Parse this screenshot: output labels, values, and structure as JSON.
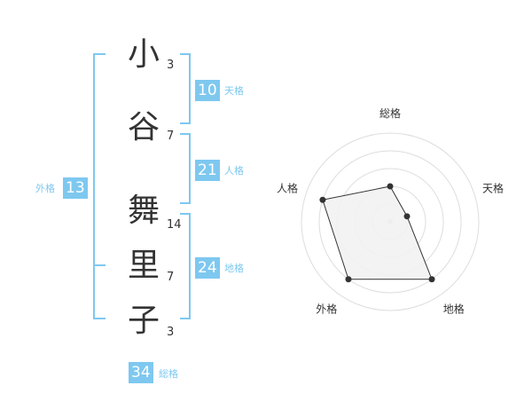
{
  "name": {
    "characters": [
      {
        "char": "小",
        "strokes": "3"
      },
      {
        "char": "谷",
        "strokes": "7"
      },
      {
        "char": "舞",
        "strokes": "14"
      },
      {
        "char": "里",
        "strokes": "7"
      },
      {
        "char": "子",
        "strokes": "3"
      }
    ]
  },
  "fortunes": {
    "tenkaku": {
      "value": "10",
      "label": "天格"
    },
    "jinkaku": {
      "value": "21",
      "label": "人格"
    },
    "chikaku": {
      "value": "24",
      "label": "地格"
    },
    "gaikaku": {
      "value": "13",
      "label": "外格"
    },
    "soukaku": {
      "value": "34",
      "label": "総格"
    }
  },
  "radar": {
    "axes": [
      "総格",
      "天格",
      "地格",
      "外格",
      "人格"
    ],
    "scores": [
      2,
      1,
      4,
      4,
      4
    ],
    "max": 5,
    "fill_color": "#f2f2f2",
    "line_color": "#333333",
    "grid_color": "#dddddd"
  },
  "colors": {
    "accent": "#7ec8f0",
    "text": "#333333"
  }
}
